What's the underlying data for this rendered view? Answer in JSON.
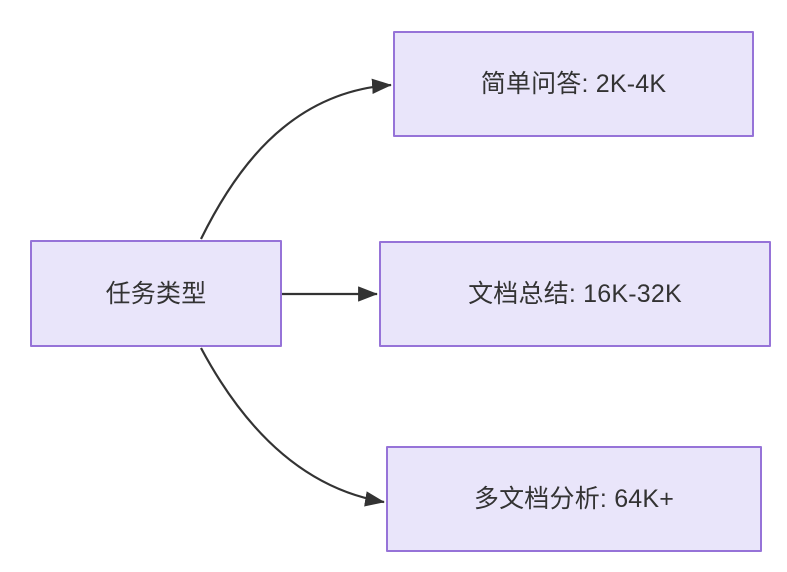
{
  "diagram": {
    "type": "flowchart",
    "direction": "left-to-right",
    "background_color": "#ffffff",
    "node_fill_color": "#e9e5fa",
    "node_border_color": "#9673d8",
    "node_text_color": "#333333",
    "edge_color": "#333333",
    "root": {
      "id": "task-type",
      "label": "任务类型"
    },
    "branches": [
      {
        "id": "simple-qa",
        "label": "简单问答: 2K-4K",
        "task": "简单问答",
        "context_length": "2K-4K",
        "edge_style": "curved"
      },
      {
        "id": "doc-summary",
        "label": "文档总结: 16K-32K",
        "task": "文档总结",
        "context_length": "16K-32K",
        "edge_style": "straight"
      },
      {
        "id": "multi-doc",
        "label": "多文档分析: 64K+",
        "task": "多文档分析",
        "context_length": "64K+",
        "edge_style": "curved"
      }
    ]
  }
}
